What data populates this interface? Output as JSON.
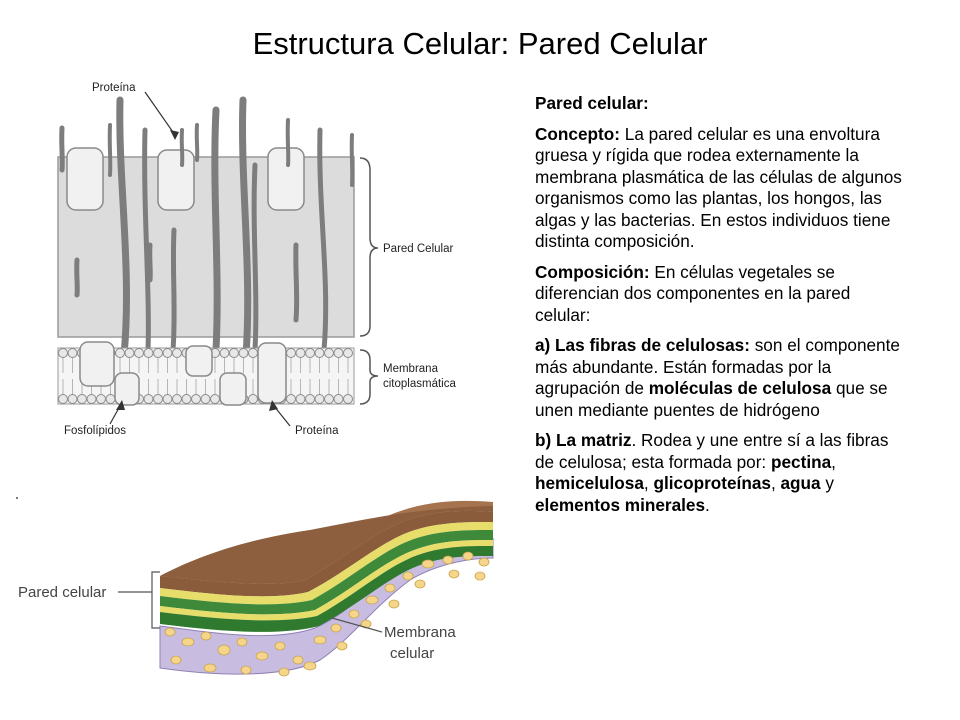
{
  "slide": {
    "title": "Estructura Celular: Pared Celular"
  },
  "diagram_top": {
    "label_protein_top": "Proteína",
    "label_wall": "Pared Celular",
    "label_membrane_1": "Membrana",
    "label_membrane_2": "citoplasmática",
    "label_phospholipids": "Fosfolípidos",
    "label_protein_bottom": "Proteína"
  },
  "diagram_bottom": {
    "label_wall": "Pared celular",
    "label_membrane_1": "Membrana",
    "label_membrane_2": "celular"
  },
  "text": {
    "heading": "Pared celular:",
    "concept_label": "Concepto:",
    "concept_text": " La pared celular es una envoltura gruesa y rígida que rodea externamente la membrana plasmática de las células de algunos organismos como las plantas, los hongos, las algas y las bacterias. En estos individuos tiene distinta composición.",
    "composition_label": "Composición:",
    "composition_text": " En células vegetales se diferencian dos componentes en la pared celular:",
    "a_label": "a) Las fibras de celulosas:",
    "a_text_1": " son el componente más abundante. Están formadas  por la agrupación de ",
    "a_bold": "moléculas de celulosa",
    "a_text_2": " que se unen mediante puentes de hidrógeno",
    "b_label": "b) La matriz",
    "b_text_1": ". Rodea y une entre sí a las fibras de celulosa; esta formada por: ",
    "b_bold_1": "pectina",
    "b_sep_1": ", ",
    "b_bold_2": "hemicelulosa",
    "b_sep_2": ", ",
    "b_bold_3": "glicoproteínas",
    "b_sep_3": ", ",
    "b_bold_4": "agua",
    "b_sep_4": " y ",
    "b_bold_5": "elementos minerales",
    "b_end": "."
  }
}
